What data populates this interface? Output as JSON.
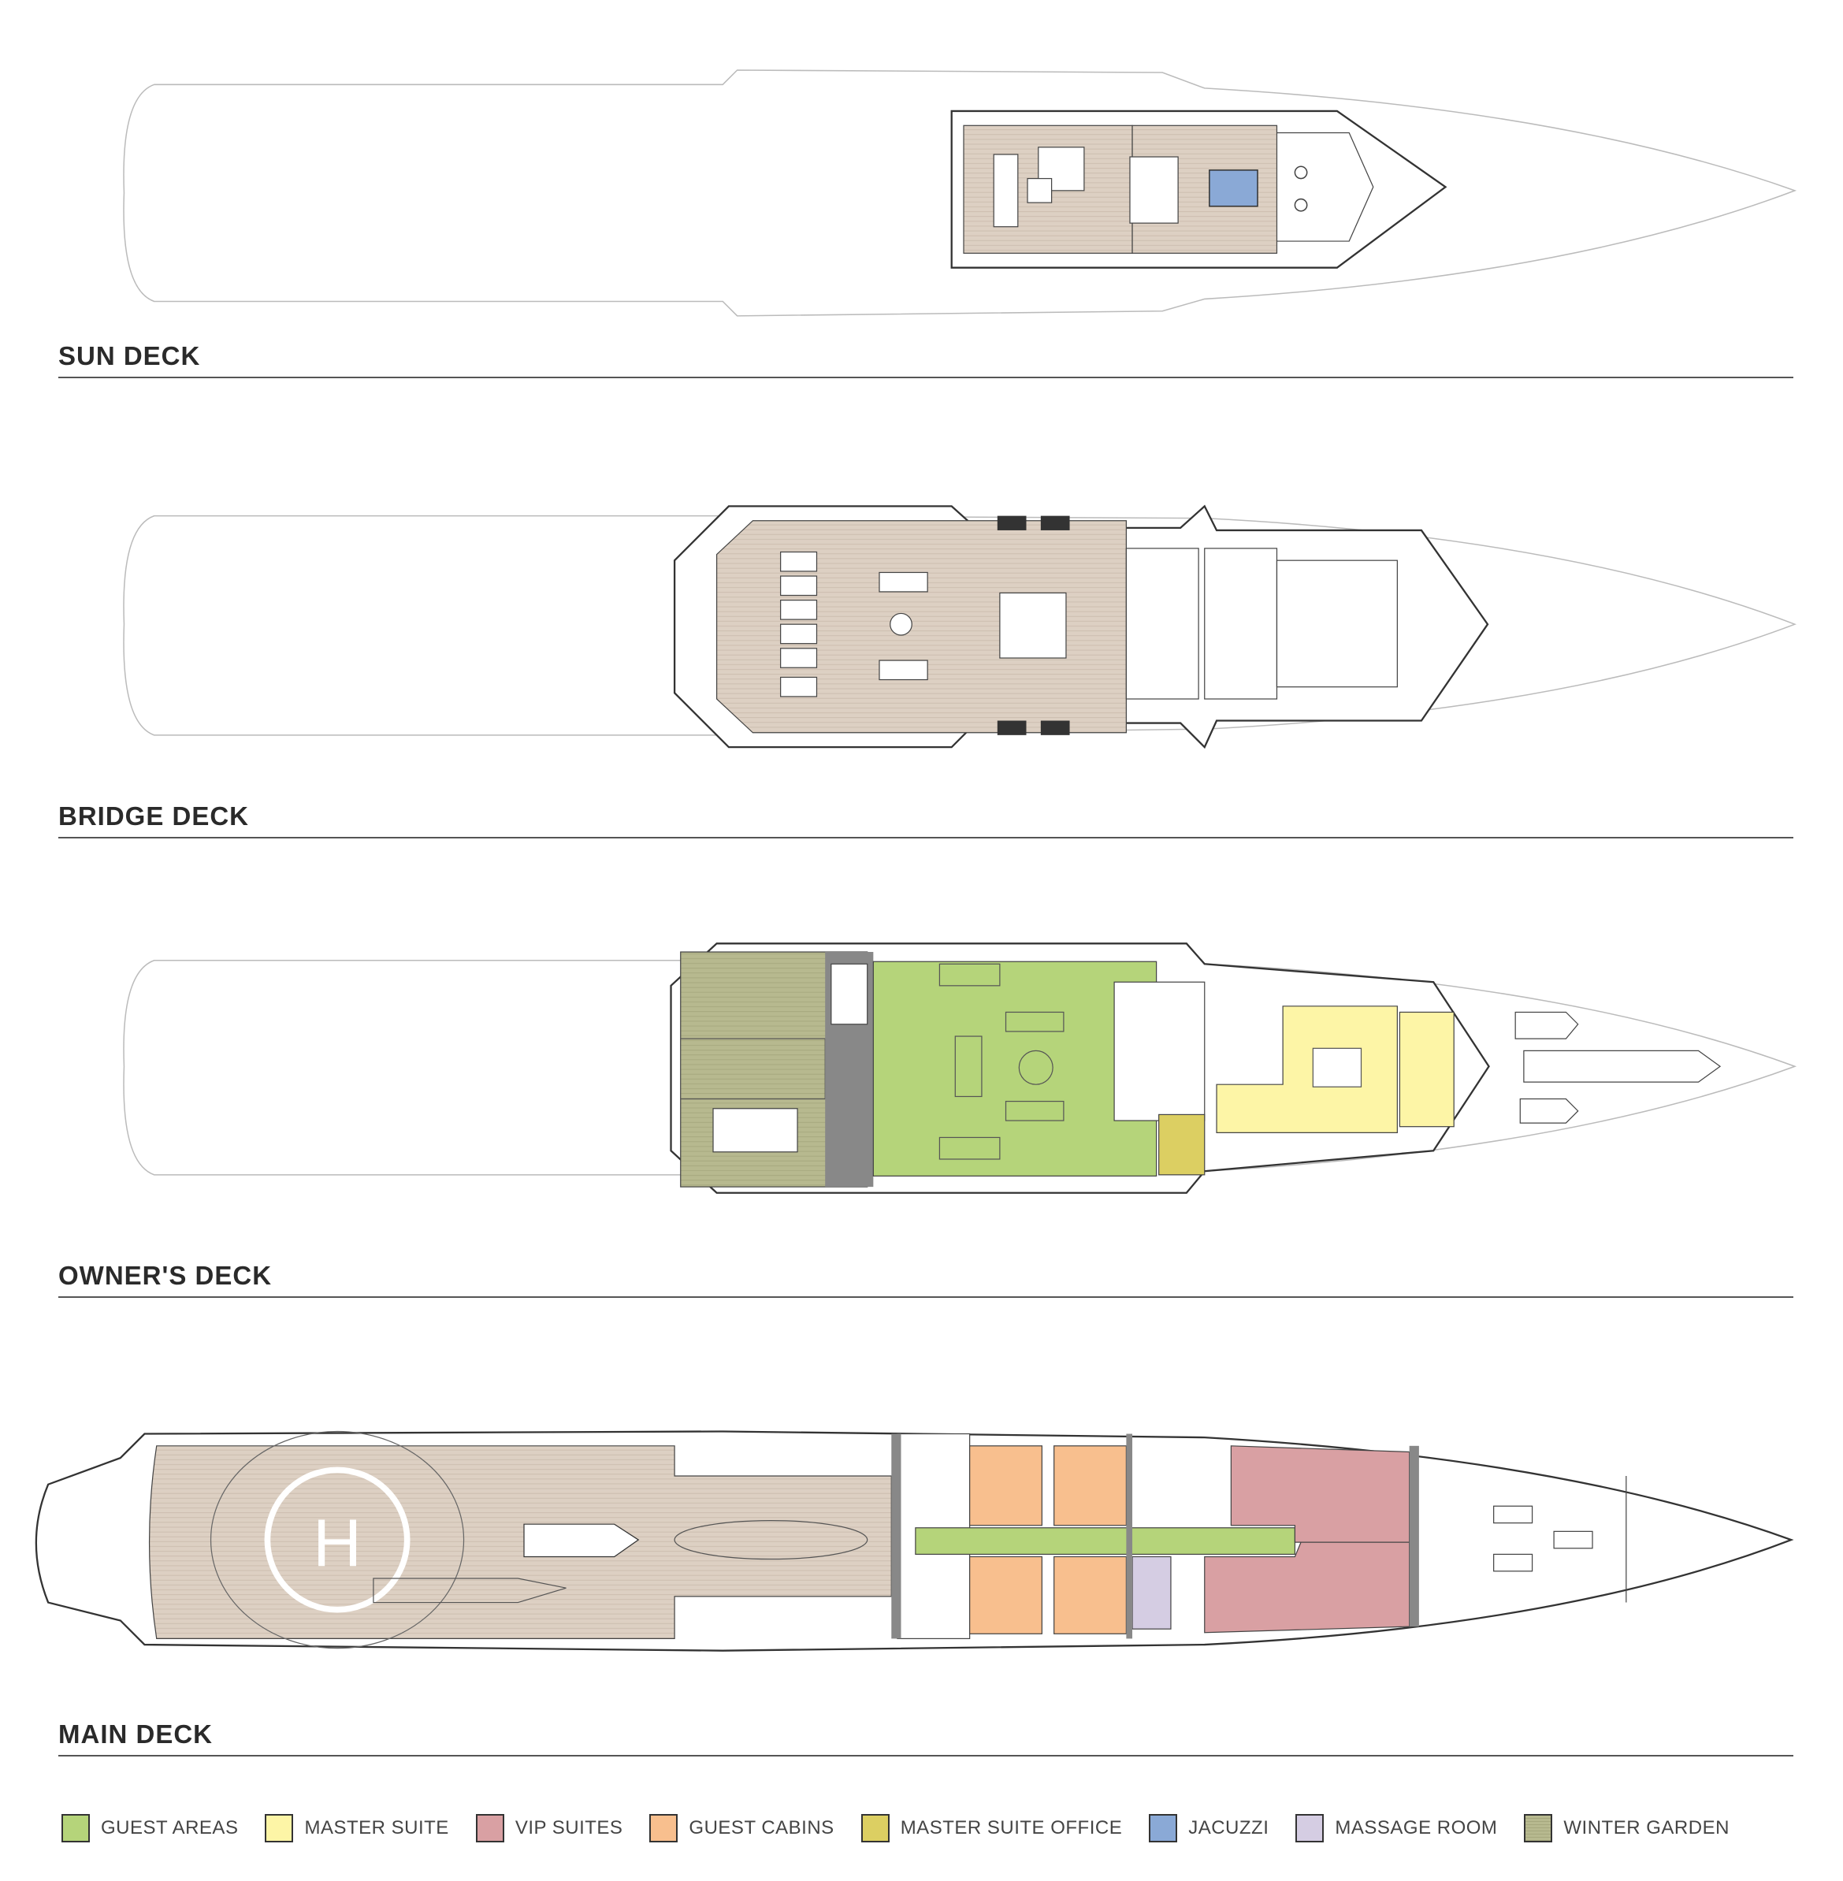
{
  "decks": [
    {
      "label": "SUN DECK"
    },
    {
      "label": "BRIDGE DECK"
    },
    {
      "label": "OWNER'S DECK"
    },
    {
      "label": "MAIN DECK"
    }
  ],
  "helipad_mark": "H",
  "legend": [
    {
      "label": "GUEST AREAS",
      "color": "#b5d47a"
    },
    {
      "label": "MASTER SUITE",
      "color": "#fdf5a6"
    },
    {
      "label": "VIP SUITES",
      "color": "#d9a0a3"
    },
    {
      "label": "GUEST CABINS",
      "color": "#f8bf8e"
    },
    {
      "label": "MASTER SUITE OFFICE",
      "color": "#dccf62"
    },
    {
      "label": "JACUZZI",
      "color": "#8aa9d6"
    },
    {
      "label": "MASSAGE ROOM",
      "color": "#d5cde3"
    },
    {
      "label": "WINTER GARDEN",
      "color": "#b7b98f"
    }
  ]
}
